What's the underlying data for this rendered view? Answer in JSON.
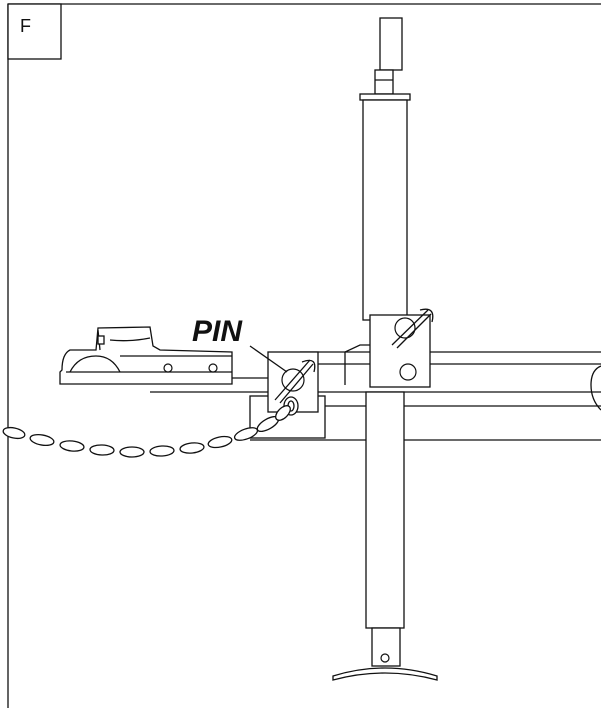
{
  "figure": {
    "panel_label": "F",
    "callouts": [
      {
        "id": "pin",
        "text": "PIN"
      }
    ]
  }
}
